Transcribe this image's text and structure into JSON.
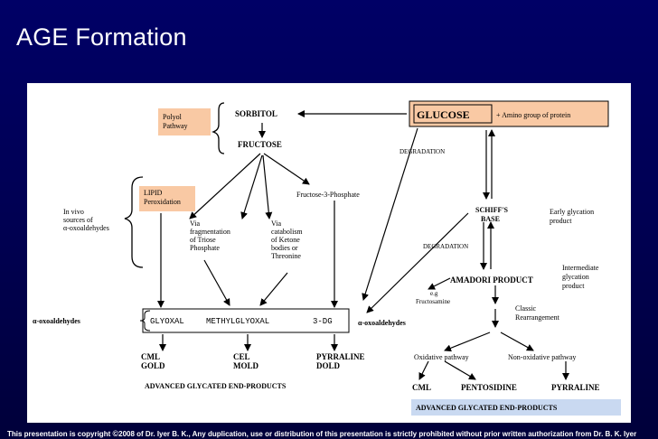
{
  "slide": {
    "title": "AGE Formation"
  },
  "diagram": {
    "polyol_pathway": [
      "Polyol",
      "Pathway"
    ],
    "sorbitol": "SORBITOL",
    "fructose": "FRUCTOSE",
    "glucose": "GLUCOSE",
    "plus_amino": "+ Amino group of protein",
    "degradation_top": "DEGRADATION",
    "lipid_peroxidation": [
      "LIPID",
      "Peroxidation"
    ],
    "in_vivo_sources": [
      "In vivo",
      "sources of",
      "α-oxoaldehydes"
    ],
    "fructose_3_phosphate": "Fructose-3-Phosphate",
    "via_triose": [
      "Via",
      "fragmentation",
      "of Triose",
      "Phosphate"
    ],
    "via_ketone": [
      "Via",
      "catabolism",
      "of Ketone",
      "bodies or",
      "Threonine"
    ],
    "schiffs_base": [
      "SCHIFF'S",
      "BASE"
    ],
    "early_glycation": [
      "Early glycation",
      "product"
    ],
    "degradation_mid": "DEGRADATION",
    "amadori_product": "AMADORI PRODUCT",
    "intermediate_glycation": [
      "Intermediate",
      "glycation",
      "product"
    ],
    "eg_fructosamine": [
      "e.g",
      "Fructosamine"
    ],
    "classic_rearrangement": [
      "Classic",
      "Rearrangement"
    ],
    "alpha_oxoaldehydes_left": "α-oxoaldehydes",
    "glyoxal": "GLYOXAL",
    "methylglyoxal": "METHYLGLYOXAL",
    "three_dg": "3-DG",
    "alpha_oxoaldehydes_right": "α-oxoaldehydes",
    "oxidative_pathway": "Oxidative pathway",
    "non_oxidative_pathway": "Non-oxidative pathway",
    "cml_gold": [
      "CML",
      "GOLD"
    ],
    "cel_mold": [
      "CEL",
      "MOLD"
    ],
    "pyrraline_dold": [
      "PYRRALINE",
      "DOLD"
    ],
    "age_left": "ADVANCED GLYCATED END-PRODUCTS",
    "cml_right": "CML",
    "pentosidine": "PENTOSIDINE",
    "pyrraline_right": "PYRRALINE",
    "age_right": "ADVANCED GLYCATED END-PRODUCTS",
    "colors": {
      "highlight_orange": "#f9c9a4",
      "highlight_blue": "#c9d9f1"
    }
  },
  "footer": {
    "prefix": "This presentation is copyright",
    "symbol": "©",
    "text": "2008  of Dr. Iyer B. K., Any duplication, use or distribution of this presentation is strictly prohibited without prior written authorization from Dr. B. K. Iyer"
  }
}
